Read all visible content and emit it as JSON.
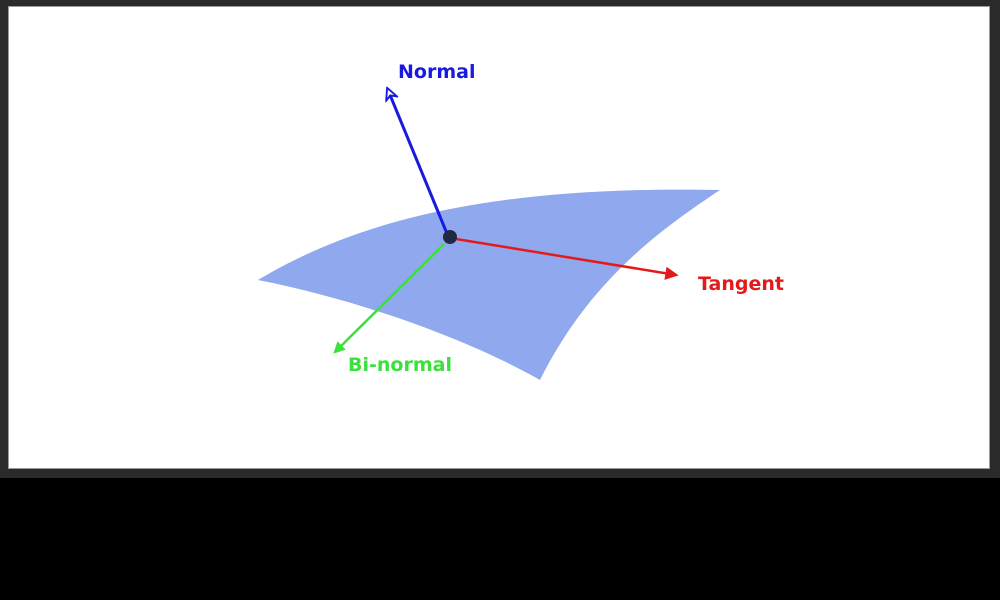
{
  "diagram": {
    "labels": {
      "normal": "Normal",
      "tangent": "Tangent",
      "binormal": "Bi-normal"
    },
    "colors": {
      "surface": "#8fa8ee",
      "normal": "#1a1adf",
      "tangent": "#e41a1a",
      "binormal": "#3ce03c",
      "point": "#1f2a44",
      "frame": "#2a2a2a",
      "background": "#000000"
    }
  }
}
